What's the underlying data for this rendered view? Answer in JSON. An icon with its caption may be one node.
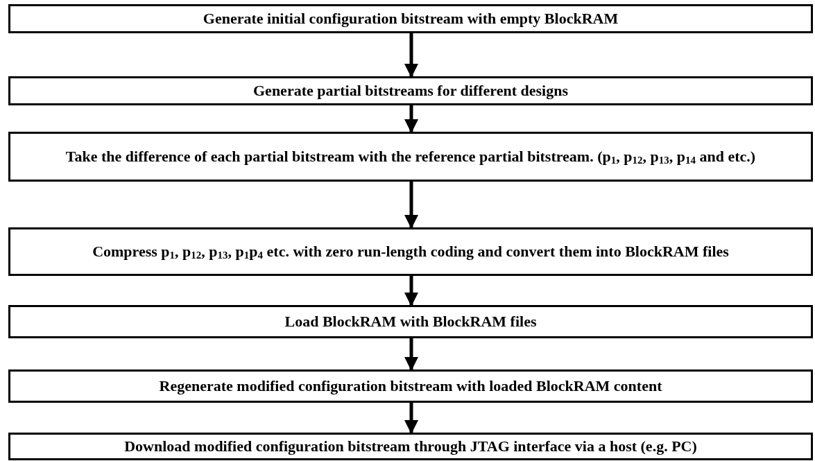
{
  "diagram": {
    "nodes": [
      {
        "text": [
          "Generate initial configuration bitstream with empty BlockRAM"
        ]
      },
      {
        "text": [
          "Generate partial bitstreams for different designs"
        ]
      },
      {
        "text": [
          "Take the difference of each partial bitstream with the reference partial bitstream. (p$_{1}$, p$_{12}$, p$_{13}$, p$_{14}$ and etc.)"
        ]
      },
      {
        "text": [
          "Compress p$_{1}$, p$_{12}$, p$_{13}$, p$_{1}$p$_{4}$ etc. with zero run-length coding and convert them into BlockRAM files"
        ]
      },
      {
        "text": [
          "Load BlockRAM with BlockRAM files"
        ]
      },
      {
        "text": [
          "Regenerate modified configuration bitstream with loaded BlockRAM content"
        ]
      },
      {
        "text": [
          "Download modified configuration bitstream through JTAG interface via a host (e.g. PC)"
        ]
      }
    ],
    "edges": [
      {
        "from": 0,
        "to": 1,
        "arrow": "to"
      },
      {
        "from": 1,
        "to": 2,
        "arrow": "to"
      },
      {
        "from": 2,
        "to": 3,
        "arrow": "to"
      },
      {
        "from": 3,
        "to": 4,
        "arrow": "to"
      },
      {
        "from": 4,
        "to": 5,
        "arrow": "to"
      },
      {
        "from": 5,
        "to": 6,
        "arrow": "to"
      }
    ]
  }
}
